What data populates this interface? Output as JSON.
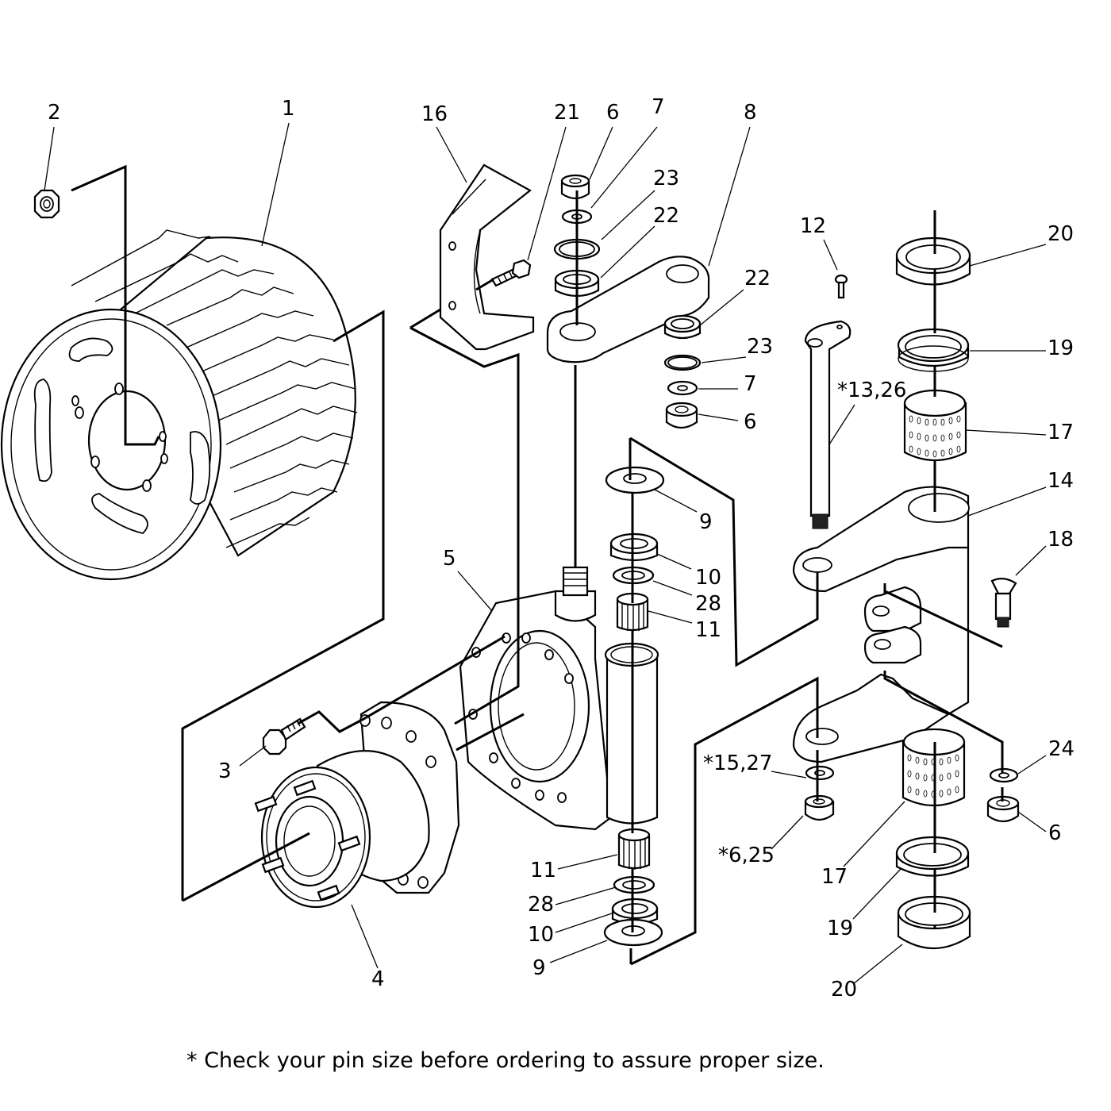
{
  "callouts": [
    {
      "id": "c1",
      "text": "1"
    },
    {
      "id": "c2",
      "text": "2"
    },
    {
      "id": "c3",
      "text": "3"
    },
    {
      "id": "c4",
      "text": "4"
    },
    {
      "id": "c5",
      "text": "5"
    },
    {
      "id": "c6a",
      "text": "6"
    },
    {
      "id": "c6b",
      "text": "6"
    },
    {
      "id": "c6c",
      "text": "6"
    },
    {
      "id": "c625",
      "text": "*6,25"
    },
    {
      "id": "c7a",
      "text": "7"
    },
    {
      "id": "c7b",
      "text": "7"
    },
    {
      "id": "c8",
      "text": "8"
    },
    {
      "id": "c9a",
      "text": "9"
    },
    {
      "id": "c9b",
      "text": "9"
    },
    {
      "id": "c10a",
      "text": "10"
    },
    {
      "id": "c10b",
      "text": "10"
    },
    {
      "id": "c11a",
      "text": "11"
    },
    {
      "id": "c11b",
      "text": "11"
    },
    {
      "id": "c12",
      "text": "12"
    },
    {
      "id": "c1326",
      "text": "*13,26"
    },
    {
      "id": "c14",
      "text": "14"
    },
    {
      "id": "c1527",
      "text": "*15,27"
    },
    {
      "id": "c16",
      "text": "16"
    },
    {
      "id": "c17a",
      "text": "17"
    },
    {
      "id": "c17b",
      "text": "17"
    },
    {
      "id": "c18",
      "text": "18"
    },
    {
      "id": "c19a",
      "text": "19"
    },
    {
      "id": "c19b",
      "text": "19"
    },
    {
      "id": "c20a",
      "text": "20"
    },
    {
      "id": "c20b",
      "text": "20"
    },
    {
      "id": "c21",
      "text": "21"
    },
    {
      "id": "c22a",
      "text": "22"
    },
    {
      "id": "c22b",
      "text": "22"
    },
    {
      "id": "c23a",
      "text": "23"
    },
    {
      "id": "c23b",
      "text": "23"
    },
    {
      "id": "c24",
      "text": "24"
    },
    {
      "id": "c28a",
      "text": "28"
    },
    {
      "id": "c28b",
      "text": "28"
    }
  ],
  "footnote": "* Check your pin size before ordering to assure proper size."
}
